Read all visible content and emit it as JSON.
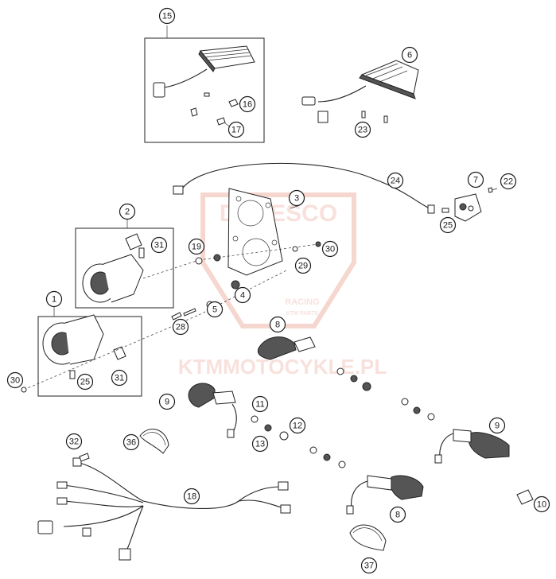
{
  "watermark": {
    "brand_top": "DEBESCO",
    "brand_sub": "RACING",
    "brand_small": "KTM PARTS",
    "url": "KTMMOTOCYKLE.PL",
    "color": "#e8a090"
  },
  "callouts": [
    {
      "id": "c1",
      "label": "1"
    },
    {
      "id": "c2",
      "label": "2"
    },
    {
      "id": "c3",
      "label": "3"
    },
    {
      "id": "c4",
      "label": "4"
    },
    {
      "id": "c5",
      "label": "5"
    },
    {
      "id": "c6",
      "label": "6"
    },
    {
      "id": "c7",
      "label": "7"
    },
    {
      "id": "c8a",
      "label": "8"
    },
    {
      "id": "c8b",
      "label": "8"
    },
    {
      "id": "c9a",
      "label": "9"
    },
    {
      "id": "c9b",
      "label": "9"
    },
    {
      "id": "c10",
      "label": "10"
    },
    {
      "id": "c11",
      "label": "11"
    },
    {
      "id": "c12",
      "label": "12"
    },
    {
      "id": "c13",
      "label": "13"
    },
    {
      "id": "c15",
      "label": "15"
    },
    {
      "id": "c16",
      "label": "16"
    },
    {
      "id": "c17",
      "label": "17"
    },
    {
      "id": "c18",
      "label": "18"
    },
    {
      "id": "c19",
      "label": "19"
    },
    {
      "id": "c22",
      "label": "22"
    },
    {
      "id": "c23",
      "label": "23"
    },
    {
      "id": "c24",
      "label": "24"
    },
    {
      "id": "c25a",
      "label": "25"
    },
    {
      "id": "c25b",
      "label": "25"
    },
    {
      "id": "c28",
      "label": "28"
    },
    {
      "id": "c29",
      "label": "29"
    },
    {
      "id": "c30a",
      "label": "30"
    },
    {
      "id": "c30b",
      "label": "30"
    },
    {
      "id": "c31a",
      "label": "31"
    },
    {
      "id": "c31b",
      "label": "31"
    },
    {
      "id": "c32",
      "label": "32"
    },
    {
      "id": "c36",
      "label": "36"
    },
    {
      "id": "c37",
      "label": "37"
    }
  ]
}
